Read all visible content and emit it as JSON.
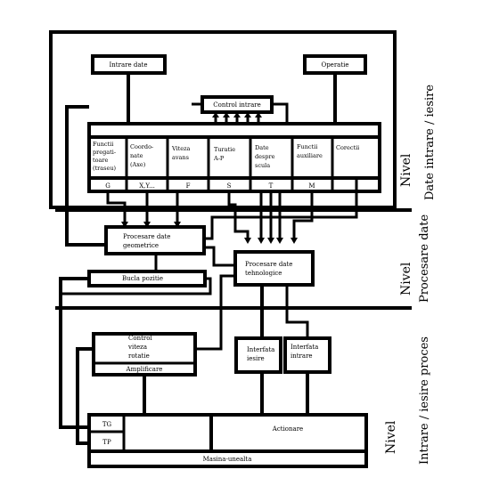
{
  "boxes": {
    "intrare_date": "Intrare date",
    "operatie": "Operatie",
    "control_intrare": "Control intrare",
    "functii_pregatitoare": [
      "Functii",
      "pregati-",
      "toare",
      "(traseu)"
    ],
    "coordonate": [
      "Coordo-",
      "nate",
      "(Axe)"
    ],
    "viteza_avans": [
      "Viteza",
      "avans"
    ],
    "turatie": [
      "Turatie",
      "A-P"
    ],
    "date_despre_scula": [
      "Date",
      "despre",
      "scula"
    ],
    "functii_auxiliare": [
      "Functii",
      "auxiliare"
    ],
    "corectii": "Corectii",
    "code_g": "G",
    "code_xy": "X,Y...",
    "code_f": "F",
    "code_s": "S",
    "code_t": "T",
    "code_m": "M",
    "procesare_geometrice": [
      "Procesare date",
      "geometrice"
    ],
    "procesare_tehnologice": [
      "Procesare date",
      "tehnologice"
    ],
    "bucla_pozitie": "Bucla pozitie",
    "control_viteza_rotatie": [
      "Control",
      "viteza",
      "rotatie"
    ],
    "amplificare": "Amplificare",
    "interfata_iesire": [
      "Interfata",
      "iesire"
    ],
    "interfata_intrare": [
      "Interfata",
      "intrare"
    ],
    "tg": "TG",
    "tp": "TP",
    "actionare": "Actionare",
    "masina_unealta": "Masina-unealta"
  },
  "levels": {
    "nivel_1": "Nivel",
    "nivel_1_name": "Date intrare / iesire",
    "nivel_2": "Nivel",
    "nivel_2_name": "Procesare date",
    "nivel_3": "Nivel",
    "nivel_3_name": "Intrare / iesire proces"
  }
}
